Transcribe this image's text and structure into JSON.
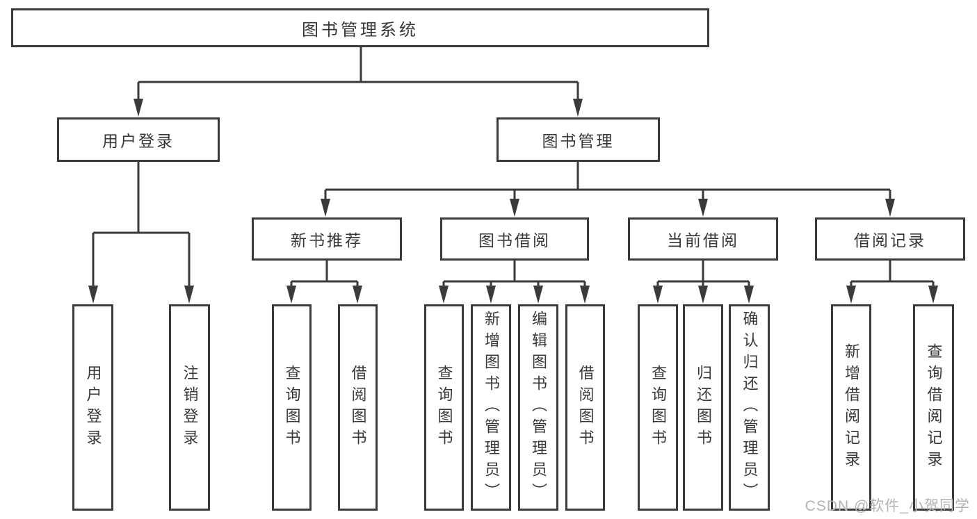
{
  "diagram": {
    "type": "hierarchy",
    "watermark": "CSDN @软件_小贺同学",
    "colors": {
      "line": "#3a3a3a",
      "text": "#383838",
      "box_fill": "#ffffff",
      "background": "#ffffff",
      "watermark": "#b3b3b3"
    },
    "root": {
      "label": "图书管理系统",
      "children": [
        {
          "label": "用户登录",
          "children": [
            {
              "label": "用户登录"
            },
            {
              "label": "注销登录"
            }
          ]
        },
        {
          "label": "图书管理",
          "children": [
            {
              "label": "新书推荐",
              "children": [
                {
                  "label": "查询图书"
                },
                {
                  "label": "借阅图书"
                }
              ]
            },
            {
              "label": "图书借阅",
              "children": [
                {
                  "label": "查询图书"
                },
                {
                  "label": "新增图书（管理员）"
                },
                {
                  "label": "编辑图书（管理员）"
                },
                {
                  "label": "借阅图书"
                }
              ]
            },
            {
              "label": "当前借阅",
              "children": [
                {
                  "label": "查询图书"
                },
                {
                  "label": "归还图书"
                },
                {
                  "label": "确认归还（管理员）"
                }
              ]
            },
            {
              "label": "借阅记录",
              "children": [
                {
                  "label": "新增借阅记录"
                },
                {
                  "label": "查询借阅记录"
                }
              ]
            }
          ]
        }
      ]
    }
  }
}
